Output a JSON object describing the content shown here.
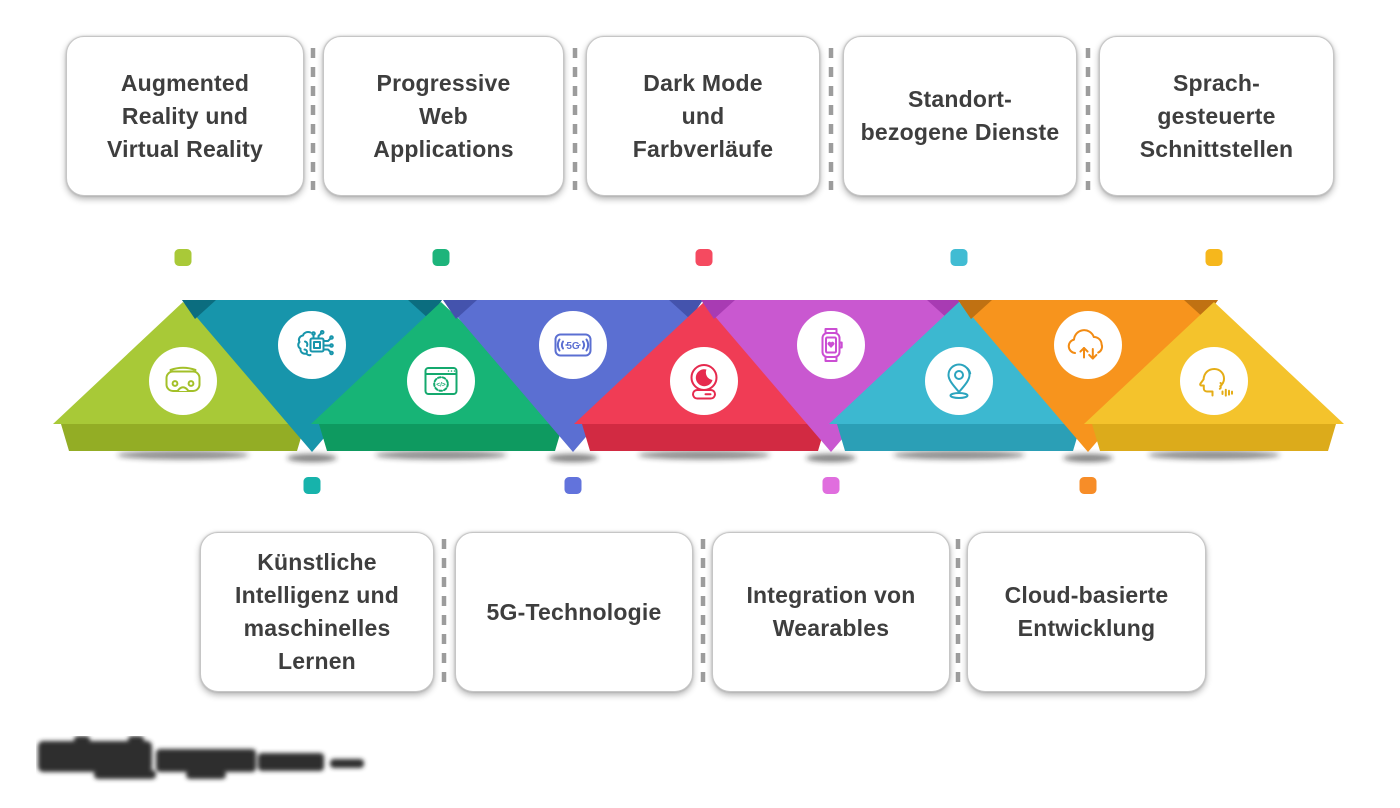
{
  "canvas": {
    "background": "#ffffff",
    "text_color": "#3e3e3e"
  },
  "top_cards": [
    {
      "label": "Augmented\nReality und\nVirtual Reality"
    },
    {
      "label": "Progressive\nWeb\nApplications"
    },
    {
      "label": "Dark Mode\nund\nFarbverläufe"
    },
    {
      "label": "Standort-\nbezogene Dienste"
    },
    {
      "label": "Sprach-\ngesteuerte\nSchnittstellen"
    }
  ],
  "bottom_cards": [
    {
      "label": "Künstliche\nIntelligenz und\nmaschinelles\nLernen"
    },
    {
      "label": "5G-Technologie"
    },
    {
      "label": "Integration von\nWearables"
    },
    {
      "label": "Cloud-basierte\nEntwicklung"
    }
  ],
  "triangles": [
    {
      "topic": "Augmented Reality und Virtual Reality",
      "direction": "up",
      "icon": "vr-headset-icon",
      "color": "#a8c937",
      "shade": "#93ad25",
      "icon_color": "#a3c029",
      "marker_color": "#a9c938"
    },
    {
      "topic": "Künstliche Intelligenz und maschinelles Lernen",
      "direction": "down",
      "icon": "ai-chip-icon",
      "color": "#1795ab",
      "shade": "#0b6d7f",
      "icon_color": "#1795ab",
      "marker_color": "#17b3ab"
    },
    {
      "topic": "Progressive Web Applications",
      "direction": "up",
      "icon": "browser-gear-icon",
      "color": "#17b476",
      "shade": "#0e9a60",
      "icon_color": "#14a96e",
      "marker_color": "#1db47b"
    },
    {
      "topic": "5G-Technologie",
      "direction": "down",
      "icon": "5g-chip-icon",
      "icon_text": "5G",
      "color": "#5b6fd2",
      "shade": "#4453ad",
      "icon_color": "#5b6fd2",
      "marker_color": "#6273dc"
    },
    {
      "topic": "Dark Mode und Farbverläufe",
      "direction": "up",
      "icon": "moon-ball-icon",
      "color": "#f03c55",
      "shade": "#d22a42",
      "icon_color": "#e62a4e",
      "marker_color": "#f54a60"
    },
    {
      "topic": "Integration von Wearables",
      "direction": "down",
      "icon": "smartwatch-icon",
      "color": "#c958d0",
      "shade": "#a83bb3",
      "icon_color": "#cb4ed3",
      "marker_color": "#e06ede"
    },
    {
      "topic": "Standort-bezogene Dienste",
      "direction": "up",
      "icon": "location-pin-icon",
      "color": "#3cb8d0",
      "shade": "#2b9fb6",
      "icon_color": "#2ba4be",
      "marker_color": "#41bcd3"
    },
    {
      "topic": "Cloud-basierte Entwicklung",
      "direction": "down",
      "icon": "cloud-sync-icon",
      "color": "#f7941d",
      "shade": "#c07112",
      "icon_color": "#f28b13",
      "marker_color": "#f78d28"
    },
    {
      "topic": "Sprach-gesteuerte Schnittstellen",
      "direction": "up",
      "icon": "voice-interface-icon",
      "color": "#f4c32c",
      "shade": "#dcab1b",
      "icon_color": "#e5ad17",
      "marker_color": "#f6b71c"
    }
  ],
  "separator_color": "#9c9c9c"
}
